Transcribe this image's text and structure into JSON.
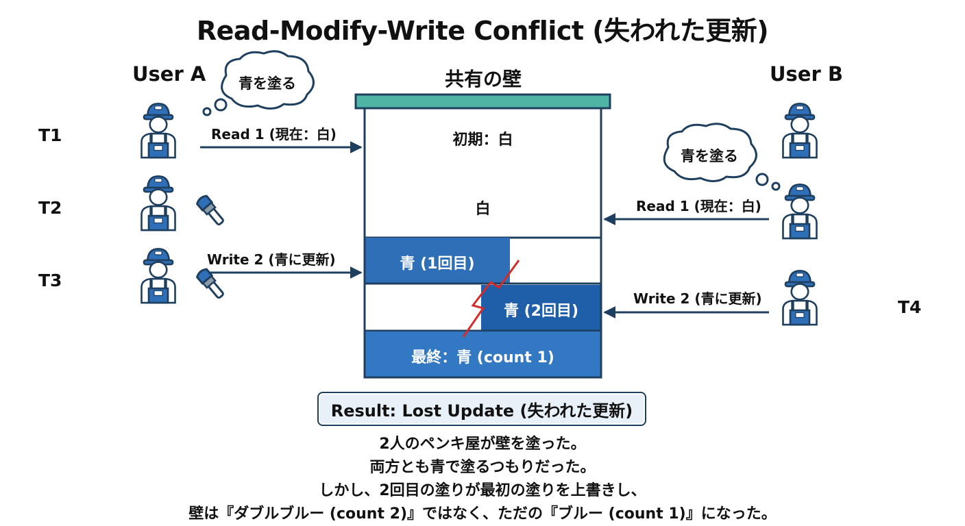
{
  "title": "Read-Modify-Write Conflict (失われた更新)",
  "wall_title": "共有の壁",
  "users": {
    "a": "User A",
    "b": "User B"
  },
  "time_labels": {
    "t1": "T1",
    "t2": "T2",
    "t3": "T3",
    "t4": "T4"
  },
  "thoughts": {
    "a": "青を塗る",
    "b": "青を塗る"
  },
  "arrows": {
    "a_read": "Read 1 (現在：白)",
    "a_write": "Write 2 (青に更新)",
    "b_read": "Read 1 (現在：白)",
    "b_write": "Write 2 (青に更新)"
  },
  "wall": {
    "initial": "初期：白",
    "white": "白",
    "blue_first": "青 (1回目)",
    "blue_second": "青 (2回目)",
    "final": "最終：青 (count 1)"
  },
  "result": "Result: Lost Update (失われた更新)",
  "description": [
    "2人のペンキ屋が壁を塗った。",
    "両方とも青で塗るつもりだった。",
    "しかし、2回目の塗りが最初の塗りを上書きし、",
    "壁は『ダブルブルー (count 2)』ではなく、ただの『ブルー (count 1)』になった。"
  ],
  "colors": {
    "navy": "#1f3f5f",
    "blue": "#2f6fb7",
    "blue_dark": "#1f5ea8",
    "teal": "#4fb4a4",
    "conflict": "#d42b2b",
    "skin": "#ffffff"
  }
}
